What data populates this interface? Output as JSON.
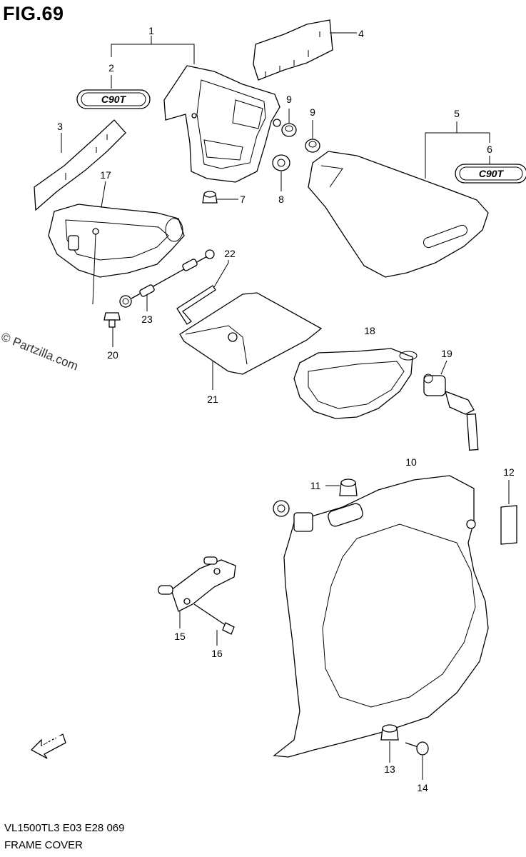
{
  "figure": {
    "title": "FIG.69",
    "model_code": "VL1500TL3  E03  E28  069",
    "name": "FRAME COVER",
    "watermark": "© Partzilla.com",
    "badge_text": "C90T",
    "fwd_text": "FWD"
  },
  "callouts": [
    {
      "id": "1",
      "label": "1"
    },
    {
      "id": "2",
      "label": "2"
    },
    {
      "id": "3",
      "label": "3"
    },
    {
      "id": "4",
      "label": "4"
    },
    {
      "id": "5",
      "label": "5"
    },
    {
      "id": "6",
      "label": "6"
    },
    {
      "id": "7",
      "label": "7"
    },
    {
      "id": "8",
      "label": "8"
    },
    {
      "id": "9a",
      "label": "9"
    },
    {
      "id": "9b",
      "label": "9"
    },
    {
      "id": "10",
      "label": "10"
    },
    {
      "id": "11",
      "label": "11"
    },
    {
      "id": "12",
      "label": "12"
    },
    {
      "id": "13",
      "label": "13"
    },
    {
      "id": "14",
      "label": "14"
    },
    {
      "id": "15",
      "label": "15"
    },
    {
      "id": "16",
      "label": "16"
    },
    {
      "id": "17",
      "label": "17"
    },
    {
      "id": "18",
      "label": "18"
    },
    {
      "id": "19",
      "label": "19"
    },
    {
      "id": "20",
      "label": "20"
    },
    {
      "id": "21",
      "label": "21"
    },
    {
      "id": "22",
      "label": "22"
    },
    {
      "id": "23",
      "label": "23"
    }
  ]
}
